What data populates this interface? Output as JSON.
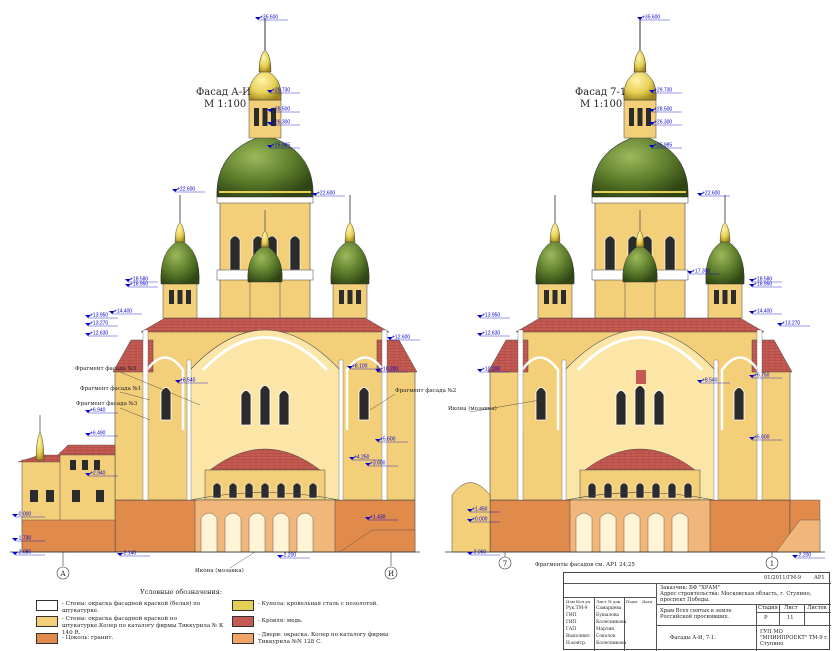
{
  "facade_left": {
    "title": "Фасад А-И",
    "scale": "М 1:100"
  },
  "facade_right": {
    "title": "Фасад 7-1",
    "scale": "М 1:100"
  },
  "axes": {
    "a": "А",
    "i": "И",
    "seven": "7",
    "one": "1"
  },
  "levels_left": [
    "+35.600",
    "+29.730",
    "+28.500",
    "+26.300",
    "+25.985",
    "+22.600",
    "+22.600",
    "+18.580",
    "+16.950",
    "+14.400",
    "+13.950",
    "+13.270",
    "+12.630",
    "+12.600",
    "+10.200",
    "+8.540",
    "+8.100",
    "+6.940",
    "+6.490",
    "+5.600",
    "+4.250",
    "+3.600",
    "+2.940",
    "+1.430",
    "-0.000",
    "-1.730",
    "-2.080",
    "-2.140",
    "-2.200"
  ],
  "levels_right": [
    "+35.600",
    "+29.730",
    "+28.500",
    "+26.300",
    "+25.985",
    "+22.600",
    "+18.580",
    "+17.300",
    "+16.950",
    "+14.400",
    "+13.950",
    "+13.270",
    "+12.630",
    "+10.200",
    "+8.540",
    "+6.750",
    "+5.600",
    "+1.450",
    "+0.000",
    "-2.060",
    "-2.200"
  ],
  "callouts": {
    "frag5": "Фрагмент фасада №5",
    "frag1": "Фрагмент фасада №1",
    "frag3": "Фрагмент фасада №3",
    "frag2": "Фрагмент фасада №2",
    "icon_left": "Икона (мозаика)",
    "icon_right": "Икона (мозаика)",
    "frag_ref": "Фрагменты фасадов см. АР1 24,25"
  },
  "legend": {
    "heading": "Условные обозначения:",
    "items": [
      {
        "color": "#ffffff",
        "text": "- Стены: окраска фасадной краской (белая) по штукатурке."
      },
      {
        "color": "#f4cf7a",
        "text": "- Стены: окраска фасадной краской по штукатурке.Колер по каталогу фирмы Тиккурила № К 140 R."
      },
      {
        "color": "#e08a4c",
        "text": "- Цоколь: гранит."
      },
      {
        "color": "#e6cf55",
        "text": "- Купола: кровельная сталь с позолотой."
      },
      {
        "color": "#c45a52",
        "text": "- Кровля: медь."
      },
      {
        "color": "#f2a466",
        "text": "- Двери: окраска. Колер по каталогу фирмы Тиккурила №N 128 C."
      }
    ]
  },
  "stamp": {
    "code": "01/2011/ГМ-9",
    "sheet_code": "АР1",
    "customer": "Заказчик: БФ \"ХРАМ\"",
    "address": "Адрес строительства: Московская область, г. Ступино, проспект Победы.",
    "project_name": "Храм Всех святых в земле Российской просиявших.",
    "drawing_name": "Фасады А-И, 7-1.",
    "stage_label": "Стадия",
    "sheet_label": "Лист",
    "sheets_label": "Листов",
    "stage": "Р",
    "sheet": "11",
    "org": "ГУП МО \"МНИИПРОЕКТ\" ТМ-9 г. Ступино",
    "col_headers": [
      "Изм",
      "Кол.уч",
      "Лист",
      "№ док",
      "Подп.",
      "Дата"
    ],
    "roles": [
      {
        "role": "Рук.ТМ-9",
        "name": "Самарцева"
      },
      {
        "role": "ГИП",
        "name": "Бушалова"
      },
      {
        "role": "ГИП",
        "name": "Колесникова"
      },
      {
        "role": "ГАП",
        "name": "Мартин"
      },
      {
        "role": "Выполнил",
        "name": "Соколов"
      },
      {
        "role": "Н.контр.",
        "name": "Колесникова"
      }
    ]
  },
  "colors": {
    "wall": "#f4cf7a",
    "roof": "#c45a52",
    "plinth": "#e08a4c",
    "dome_gold": "#e6cf55",
    "dome_green": "#5a7a2a",
    "level_blue": "#0000cc"
  }
}
